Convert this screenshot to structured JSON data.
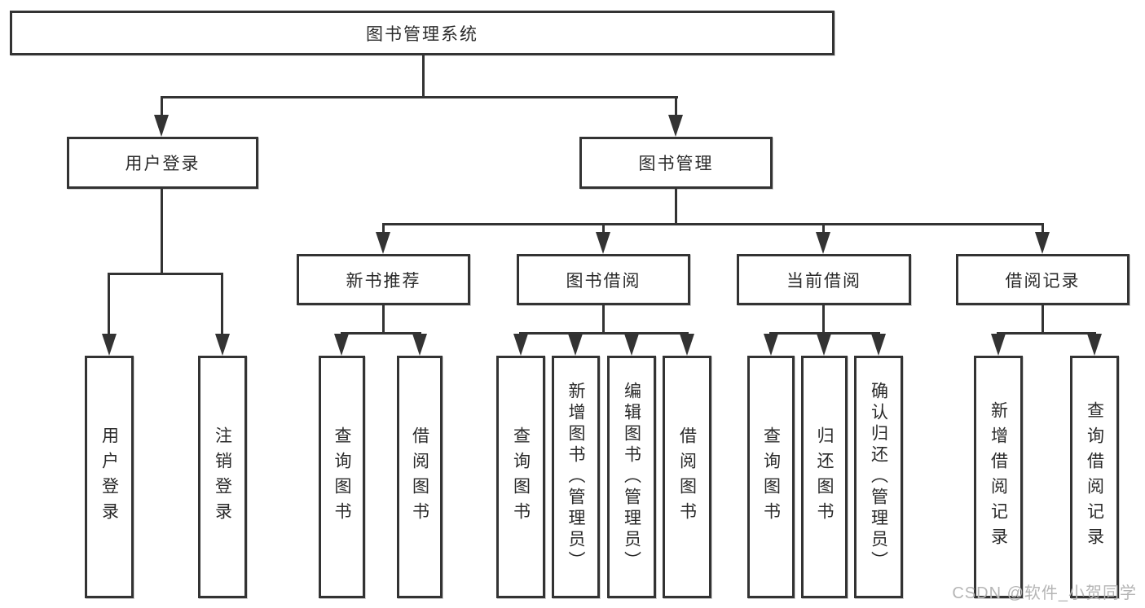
{
  "diagram": {
    "title_node": "图书管理系统",
    "line_color": "#333333",
    "text_color": "#2a2a2a",
    "background": "#ffffff"
  },
  "nodes": {
    "root": {
      "label": "图书管理系统"
    },
    "user_login": {
      "label": "用户登录"
    },
    "book_mgmt": {
      "label": "图书管理"
    },
    "new_book": {
      "label": "新书推荐"
    },
    "borrowing": {
      "label": "图书借阅"
    },
    "current": {
      "label": "当前借阅"
    },
    "records": {
      "label": "借阅记录"
    },
    "leaf_login": {
      "label": "用户登录"
    },
    "leaf_logout": {
      "label": "注销登录"
    },
    "leaf_nb_query": {
      "label": "查询图书"
    },
    "leaf_nb_borrow": {
      "label": "借阅图书"
    },
    "leaf_bb_query": {
      "label": "查询图书"
    },
    "leaf_bb_add": {
      "label": "新增图书（管理员）"
    },
    "leaf_bb_edit": {
      "label": "编辑图书（管理员）"
    },
    "leaf_bb_borrow": {
      "label": "借阅图书"
    },
    "leaf_cb_query": {
      "label": "查询图书"
    },
    "leaf_cb_return": {
      "label": "归还图书"
    },
    "leaf_cb_confirm": {
      "label": "确认归还（管理员）"
    },
    "leaf_br_add": {
      "label": "新增借阅记录"
    },
    "leaf_br_query": {
      "label": "查询借阅记录"
    }
  },
  "watermark": {
    "text": "CSDN @软件_小贺同学",
    "color": "#b5b5b5"
  }
}
